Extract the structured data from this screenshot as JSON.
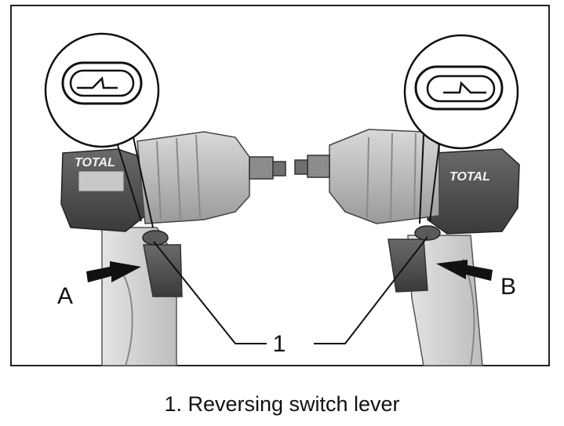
{
  "figure": {
    "label_a": "A",
    "label_b": "B",
    "callout_number": "1",
    "brand_left": "TOTAL",
    "brand_right": "TOTAL"
  },
  "caption": {
    "text": "1. Reversing switch lever"
  }
}
